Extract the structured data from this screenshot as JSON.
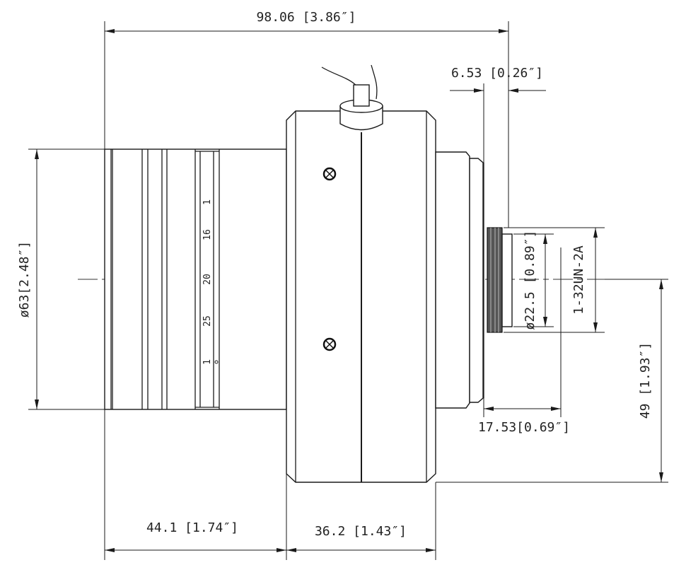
{
  "dimensions": {
    "overall_length": "98.06 [3.86″]",
    "flange_offset": "6.53 [0.26″]",
    "front_diameter": "ø63[2.48″]",
    "inner_diameter": "ø22.5 [0.89″]",
    "thread_spec": "1-32UN-2A",
    "mount_length": "17.53[0.69″]",
    "height_to_center": "49 [1.93″]",
    "front_barrel_length": "44.1 [1.74″]",
    "body_length": "36.2 [1.43″]"
  },
  "focus_scale": [
    "1",
    "16",
    "20",
    "25",
    "1"
  ]
}
